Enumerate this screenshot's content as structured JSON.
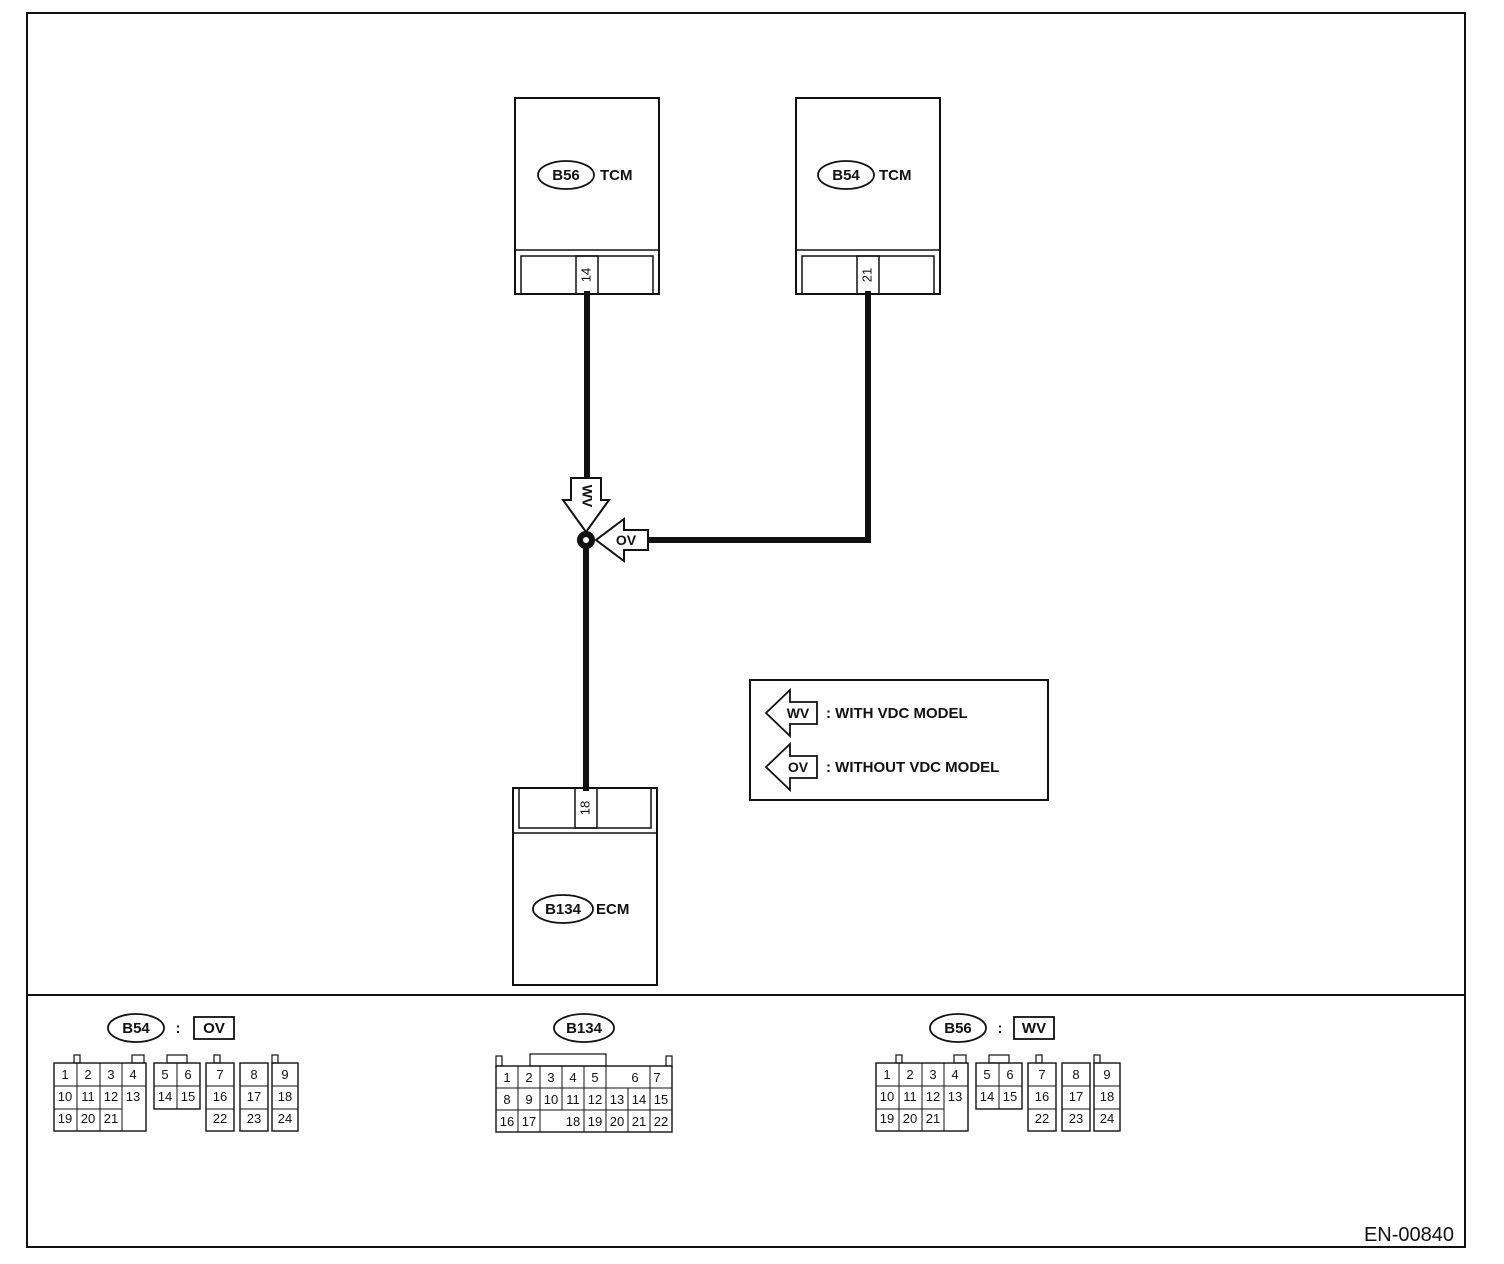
{
  "modules": {
    "b56": {
      "connector": "B56",
      "name": "TCM",
      "pin": "14"
    },
    "b54": {
      "connector": "B54",
      "name": "TCM",
      "pin": "21"
    },
    "b134": {
      "connector": "B134",
      "name": "ECM",
      "pin": "18"
    }
  },
  "junction": {
    "top_tag": "WV",
    "side_tag": "OV"
  },
  "legend": [
    {
      "tag": "WV",
      "text": ": WITH VDC MODEL"
    },
    {
      "tag": "OV",
      "text": ": WITHOUT VDC MODEL"
    }
  ],
  "connector_views": [
    {
      "connector": "B54",
      "separator": ":",
      "variant": "OV",
      "rows": [
        [
          "1",
          "2",
          "3",
          "4",
          "5",
          "6",
          "7",
          "8",
          "9"
        ],
        [
          "10",
          "11",
          "12",
          "13",
          "14",
          "15",
          "16",
          "17",
          "18"
        ],
        [
          "19",
          "20",
          "21",
          "22",
          "23",
          "24"
        ]
      ]
    },
    {
      "connector": "B134",
      "separator": "",
      "variant": "",
      "rows": [
        [
          "1",
          "2",
          "3",
          "4",
          "5",
          "6",
          "7"
        ],
        [
          "8",
          "9",
          "10",
          "11",
          "12",
          "13",
          "14",
          "15"
        ],
        [
          "16",
          "17",
          "18",
          "19",
          "20",
          "21",
          "22"
        ]
      ]
    },
    {
      "connector": "B56",
      "separator": ":",
      "variant": "WV",
      "rows": [
        [
          "1",
          "2",
          "3",
          "4",
          "5",
          "6",
          "7",
          "8",
          "9"
        ],
        [
          "10",
          "11",
          "12",
          "13",
          "14",
          "15",
          "16",
          "17",
          "18"
        ],
        [
          "19",
          "20",
          "21",
          "22",
          "23",
          "24"
        ]
      ]
    }
  ],
  "figure_code": "EN-00840",
  "colors": {
    "line": "#111111",
    "background": "#ffffff"
  }
}
